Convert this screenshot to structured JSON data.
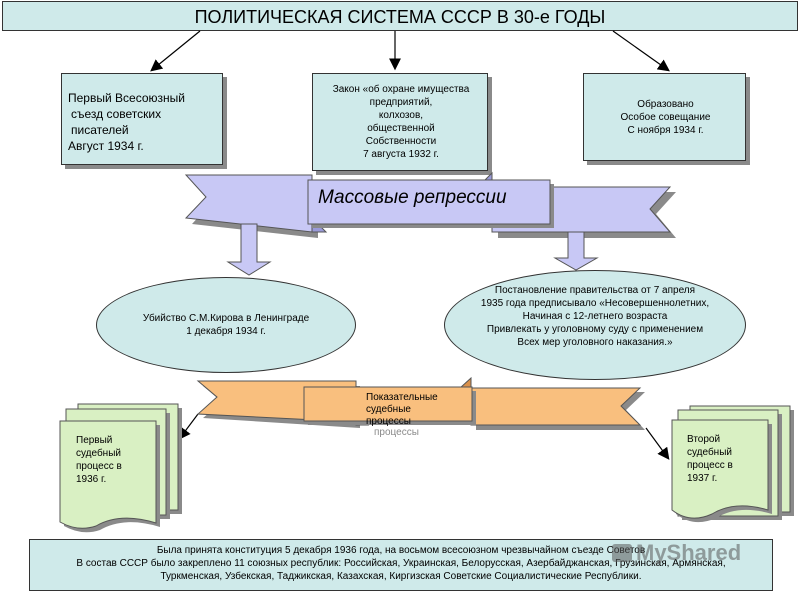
{
  "title": "ПОЛИТИЧЕСКАЯ СИСТЕМА СССР В 30-е ГОДЫ",
  "box_left": [
    "Первый Всесоюзный",
    "съезд советских",
    "писателей",
    "Август 1934 г."
  ],
  "box_center": [
    "Закон «об охране имущества",
    "предприятий,",
    "колхозов,",
    "общественной",
    "Собственности",
    "7 августа 1932 г."
  ],
  "box_right": [
    "Образовано",
    "Особое совещание",
    "С ноября 1934 г."
  ],
  "banner_repressions": "Массовые репрессии",
  "ellipse_left": [
    "Убийство С.М.Кирова в Ленинграде",
    "1 декабря 1934 г."
  ],
  "ellipse_right": [
    "Постановление правительства от 7 апреля",
    "1935 года предписывало «Несовершеннолетних,",
    "Начиная с 12-летнего возраста",
    "Привлекать у уголовному суду с применением",
    "Всех мер уголовного наказания.»"
  ],
  "banner_trials": [
    "Показательные",
    "судебные",
    "процессы"
  ],
  "banner_trials_shadow": "процессы",
  "doc_left": [
    "Первый",
    "судебный",
    "процесс в",
    "1936 г."
  ],
  "doc_right": [
    "Второй",
    "судебный",
    "процесс в",
    "1937 г."
  ],
  "bottom": [
    "Была принята конституция 5 декабря 1936 года, на восьмом всесоюзном чрезвычайном съезде Советов",
    "В состав СССР было закреплено 11 союзных республик: Российская, Украинская, Белорусская, Азербайджанская, Грузинская, Армянская,",
    "Туркменская, Узбекская, Таджикская, Казахская, Киргизская Советские Социалистические Республики."
  ],
  "watermark": "MyShared",
  "colors": {
    "box": "#cfeaea",
    "banner_blue": "#c8c8f5",
    "banner_orange": "#f9bf7e",
    "doc": "#d9f0c3"
  }
}
